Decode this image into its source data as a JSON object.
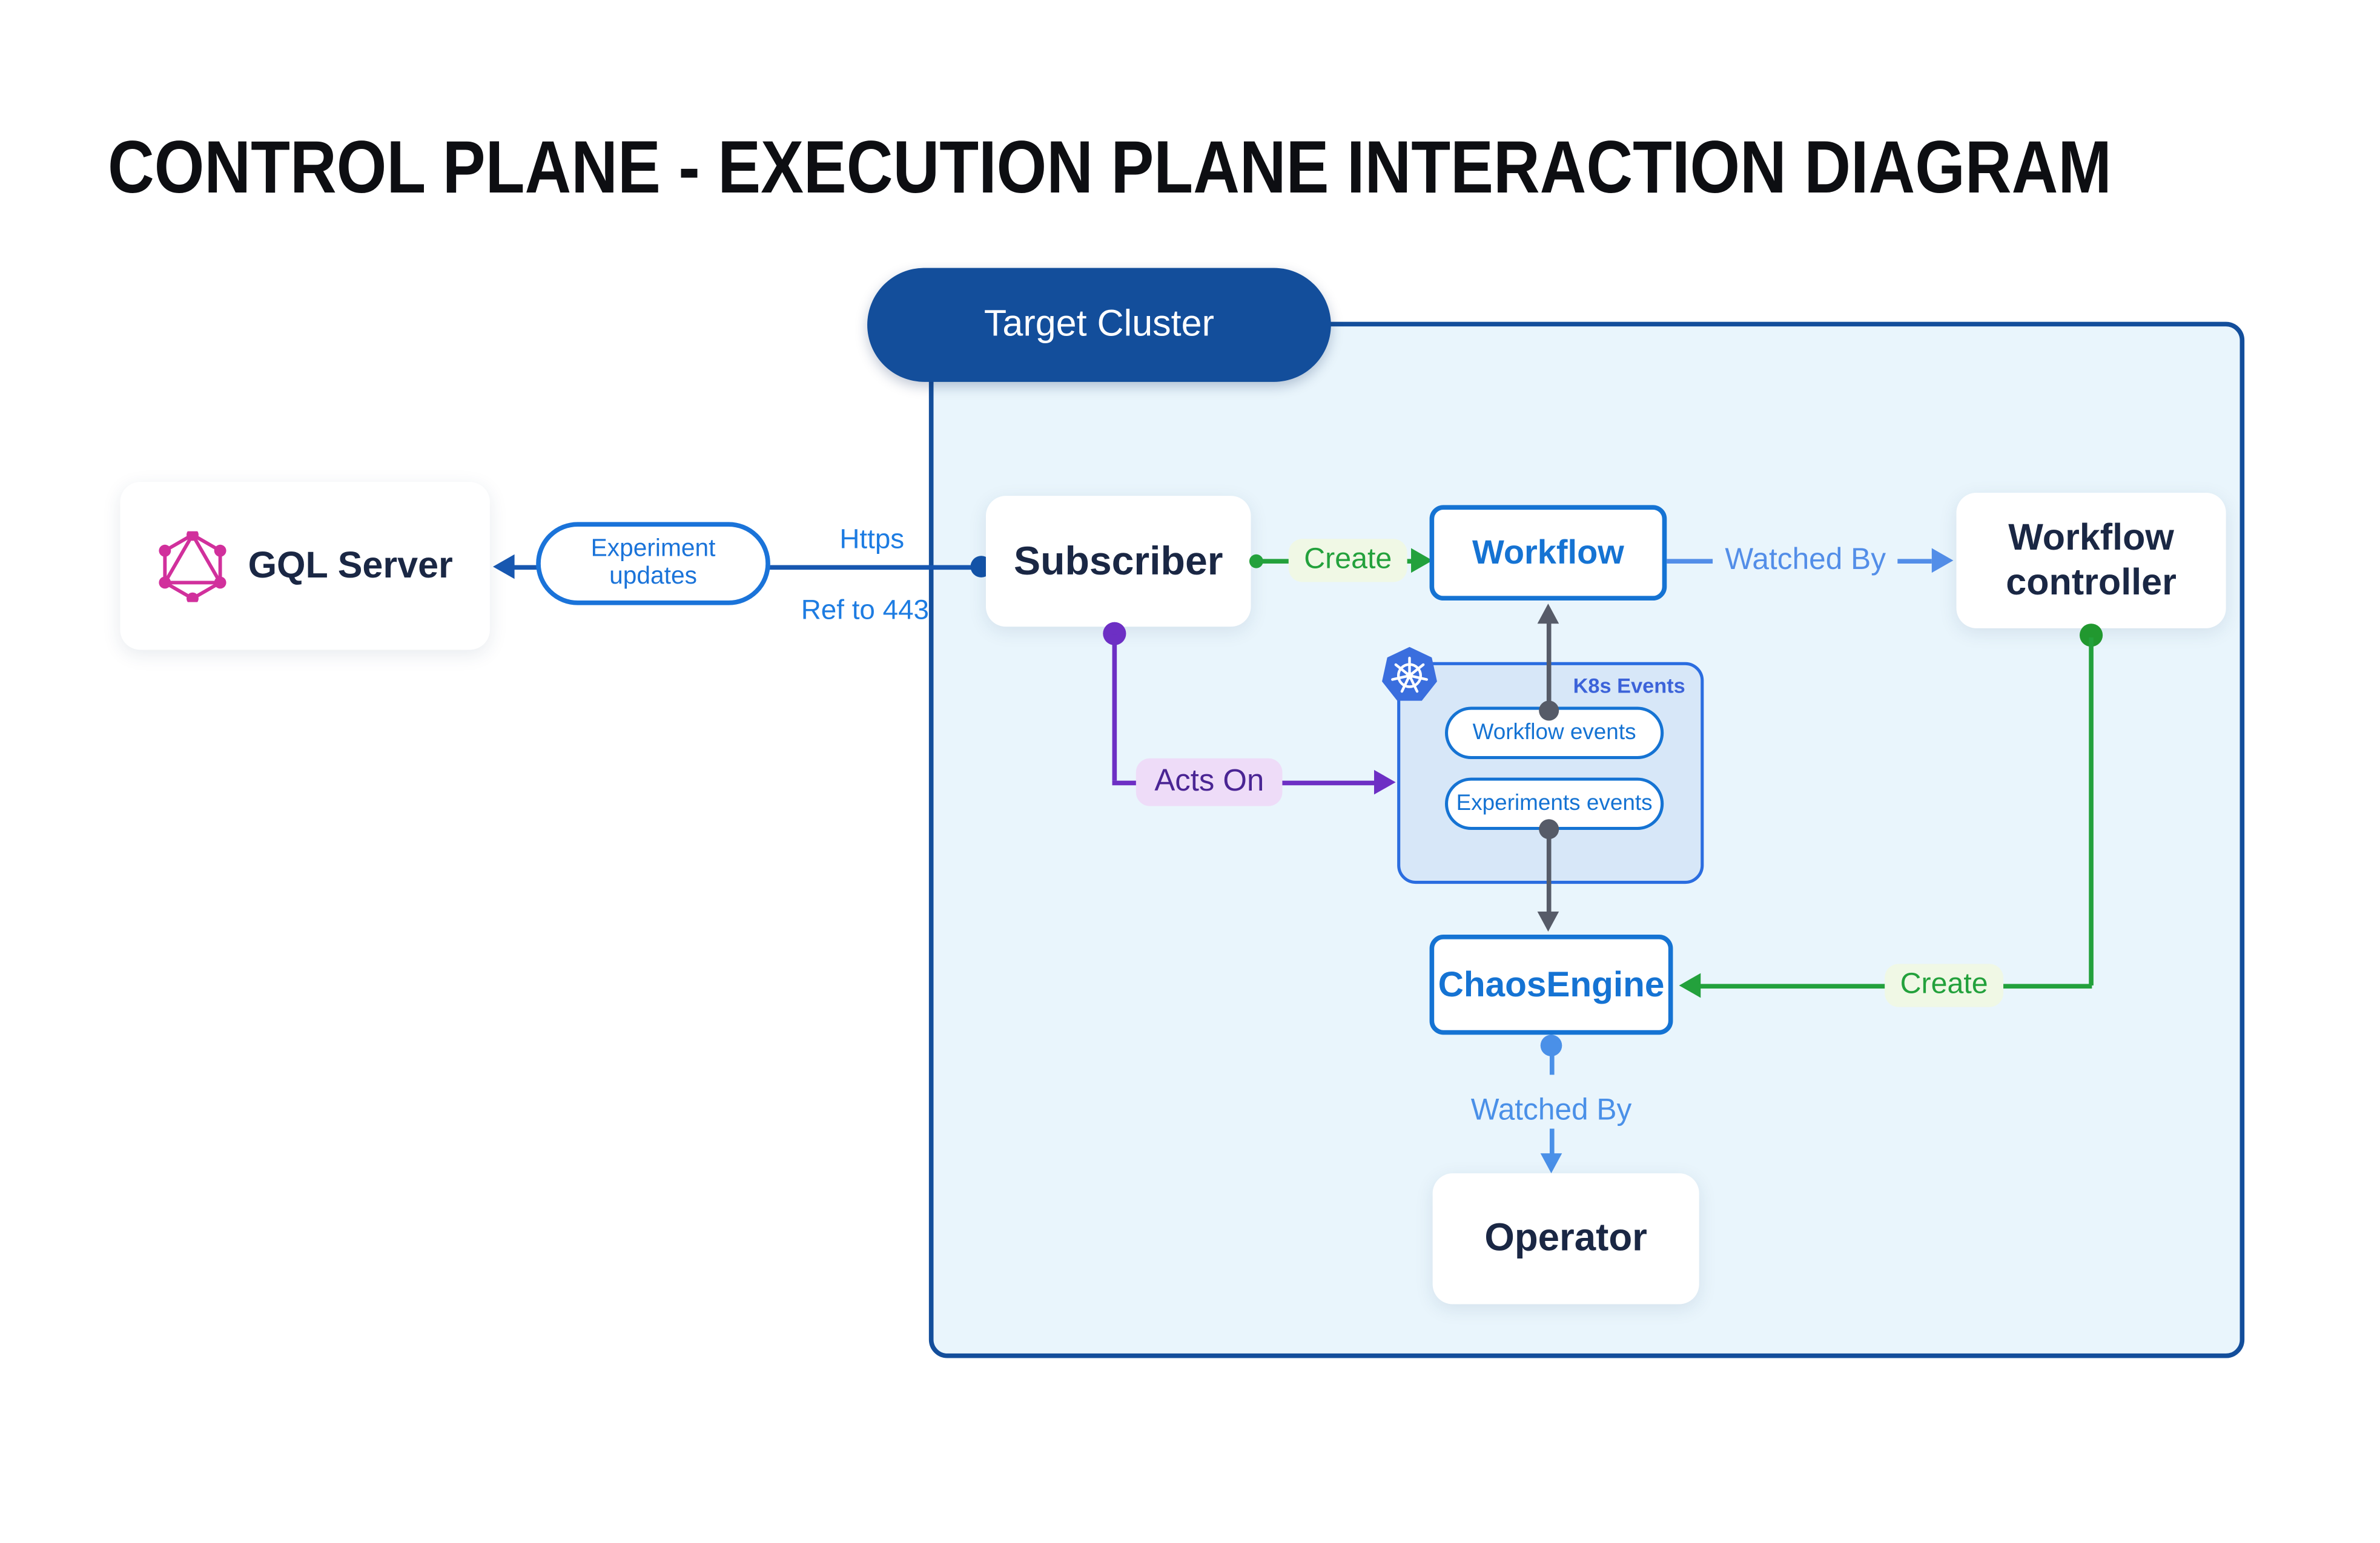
{
  "title": "CONTROL PLANE - EXECUTION PLANE INTERACTION DIAGRAM",
  "target_cluster": {
    "label": "Target Cluster"
  },
  "nodes": {
    "gql_server": {
      "label": "GQL Server"
    },
    "subscriber": {
      "label": "Subscriber"
    },
    "workflow": {
      "label": "Workflow"
    },
    "workflow_controller": {
      "label": "Workflow controller"
    },
    "chaos_engine": {
      "label": "ChaosEngine"
    },
    "operator": {
      "label": "Operator"
    }
  },
  "k8s_events": {
    "title": "K8s Events",
    "pills": [
      {
        "label": "Workflow events"
      },
      {
        "label": "Experiments events"
      }
    ]
  },
  "edges": {
    "experiment_updates": {
      "label": "Experiment updates",
      "protocol": "Https",
      "port_note": "Ref to 443"
    },
    "subscriber_creates_workflow": {
      "label": "Create"
    },
    "workflow_watched_by_controller": {
      "label": "Watched By"
    },
    "subscriber_acts_on_events": {
      "label": "Acts On"
    },
    "controller_creates_chaosengine": {
      "label": "Create"
    },
    "chaosengine_watched_by_operator": {
      "label": "Watched By"
    }
  },
  "icons": {
    "graphql": "graphql-logo",
    "kubernetes": "kubernetes-logo"
  },
  "colors": {
    "cluster_border": "#134e9b",
    "cluster_fill": "#e9f5fc",
    "target_pill_fill": "#134e9b",
    "blue_node_border": "#1573d3",
    "navy_text": "#1a2744",
    "link_blue": "#1757b0",
    "protocol_label_blue": "#1d7ce2",
    "watched_by_blue": "#538ee8",
    "green": "#23a13c",
    "green_label_bg": "#f0f8e5",
    "purple": "#6d2fc4",
    "purple_label_text": "#4a2594",
    "purple_label_bg": "#eedcf8",
    "gray_connector": "#565b68",
    "k8s_box_fill": "#d7e7f8",
    "kubernetes_blue": "#3a6ede",
    "graphql_pink": "#d1309c"
  }
}
